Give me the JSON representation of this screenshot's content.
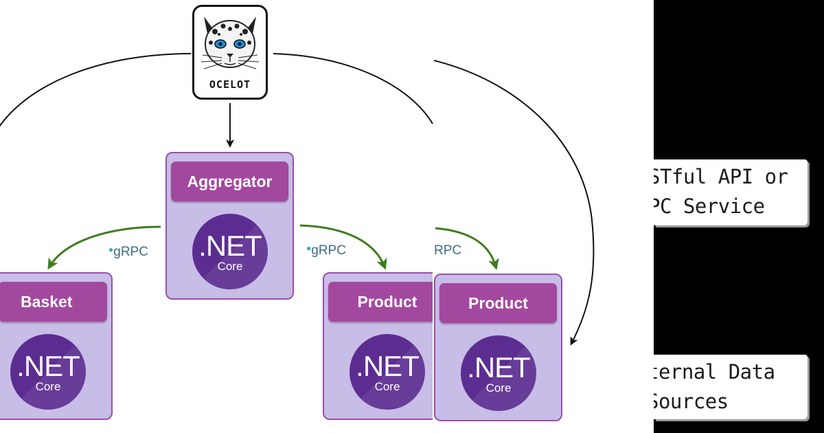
{
  "gateway": {
    "name": "OCELOT"
  },
  "services": {
    "aggregator": {
      "title": "Aggregator",
      "logo_main": ".NET",
      "logo_sub": "Core"
    },
    "basket": {
      "title": "Basket",
      "logo_main": ".NET",
      "logo_sub": "Core"
    },
    "product_a": {
      "title": "Product",
      "logo_main": ".NET",
      "logo_sub": "Core"
    },
    "product_b": {
      "title": "Product",
      "logo_main": ".NET",
      "logo_sub": "Core"
    }
  },
  "protocol_labels": {
    "left": "gRPC",
    "middle": "gRPC",
    "right": "RPC"
  },
  "notes": {
    "api": {
      "line1": "STful API or",
      "line2": "PC Service"
    },
    "data": {
      "line1": "ternal Data",
      "line2": "Sources"
    }
  },
  "colors": {
    "box_fill": "#c7bde6",
    "box_border": "#9b4ea8",
    "title_fill": "#a3489f",
    "dotnet_purple": "#5c2d91",
    "grpc_arrow": "#3e7d1e",
    "line": "#111111"
  }
}
